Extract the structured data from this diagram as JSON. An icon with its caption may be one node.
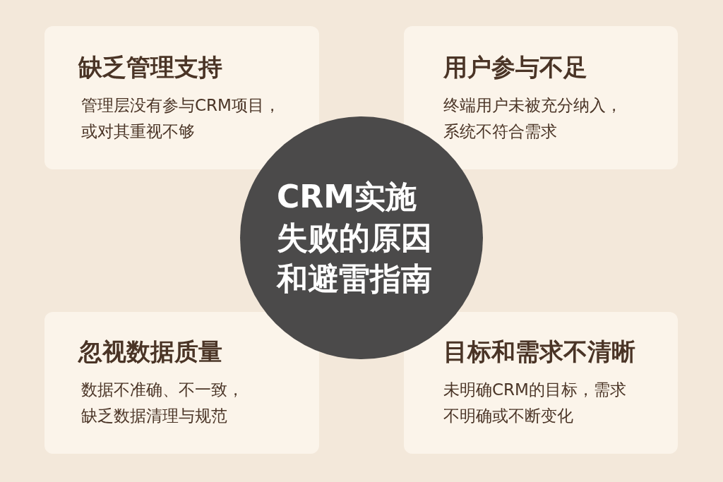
{
  "diagram": {
    "nodes": [
      {
        "text": [
          "缺乏管理支持",
          "管理层没有参与CRM项目，或对其重视不够"
        ]
      },
      {
        "text": [
          "用户参与不足",
          "终端用户未被充分纳入，系统不符合需求"
        ]
      },
      {
        "text": [
          "CRM实施失败的原因和避雷指南"
        ]
      },
      {
        "text": [
          "忽视数据质量",
          "数据不准确、不一致，缺乏数据清理与规范"
        ]
      },
      {
        "text": [
          "目标和需求不清晰",
          "未明确CRM的目标，需求不明确或不断变化"
        ]
      }
    ],
    "edges": []
  }
}
